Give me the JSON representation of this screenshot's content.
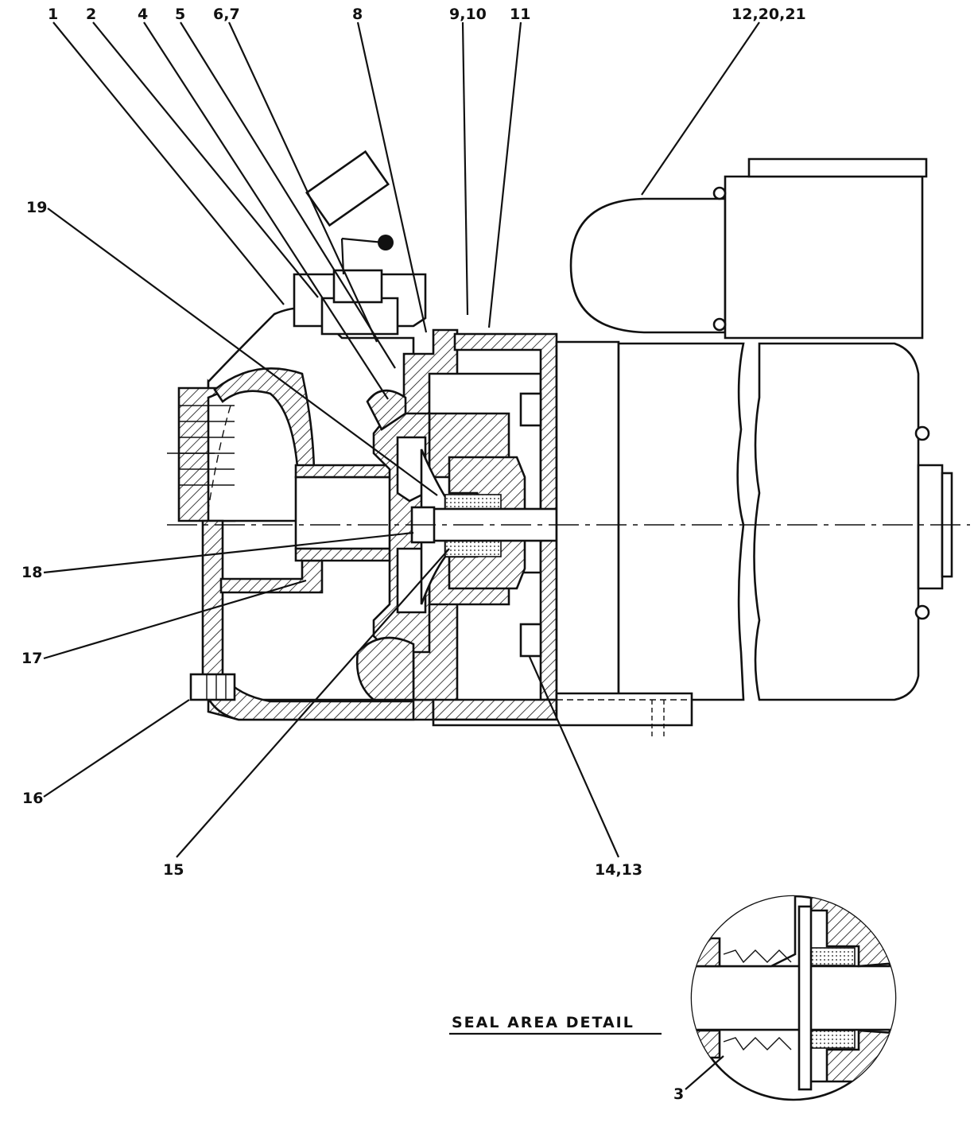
{
  "callouts": [
    {
      "id": "c1",
      "label": "1"
    },
    {
      "id": "c2",
      "label": "2"
    },
    {
      "id": "c4",
      "label": "4"
    },
    {
      "id": "c5",
      "label": "5"
    },
    {
      "id": "c67",
      "label": "6,7"
    },
    {
      "id": "c8",
      "label": "8"
    },
    {
      "id": "c910",
      "label": "9,10"
    },
    {
      "id": "c11",
      "label": "11"
    },
    {
      "id": "c122021",
      "label": "12,20,21"
    },
    {
      "id": "c19",
      "label": "19"
    },
    {
      "id": "c18",
      "label": "18"
    },
    {
      "id": "c17",
      "label": "17"
    },
    {
      "id": "c16",
      "label": "16"
    },
    {
      "id": "c15",
      "label": "15"
    },
    {
      "id": "c1413",
      "label": "14,13"
    },
    {
      "id": "c3",
      "label": "3"
    }
  ],
  "detail": {
    "title": "SEAL AREA DETAIL"
  }
}
